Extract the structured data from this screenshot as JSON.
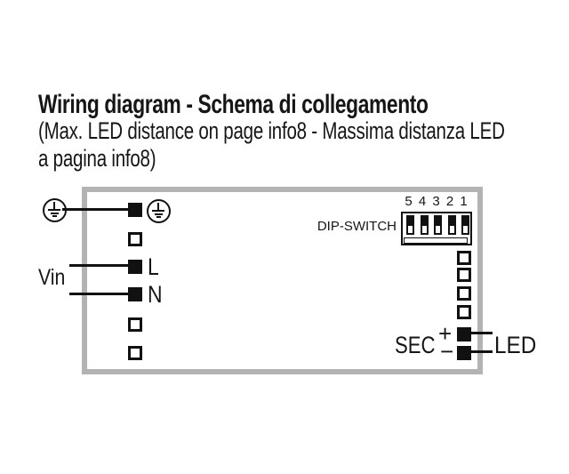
{
  "header": {
    "title": "Wiring diagram - Schema di collegamento",
    "subtitle_line1": "(Max. LED distance on page info8 - Massima distanza LED",
    "subtitle_line2": "a pagina info8)"
  },
  "diagram": {
    "input_label": "Vin",
    "line_label": "L",
    "neutral_label": "N",
    "dip_switch_label": "DIP-SWITCH",
    "dip_numbers": [
      "5",
      "4",
      "3",
      "2",
      "1"
    ],
    "dip_switch_states": [
      "down",
      "down",
      "down",
      "down",
      "down"
    ],
    "sec_label": "SEC",
    "plus_label": "+",
    "minus_label": "−",
    "led_label": "LED",
    "left_terminals": [
      "black",
      "white",
      "black",
      "black",
      "white",
      "white"
    ],
    "right_terminals": [
      "white",
      "white",
      "white",
      "white",
      "black",
      "black"
    ],
    "colors": {
      "box_outline": "#b3b3b3",
      "ink": "#111111",
      "text": "#161616"
    }
  }
}
